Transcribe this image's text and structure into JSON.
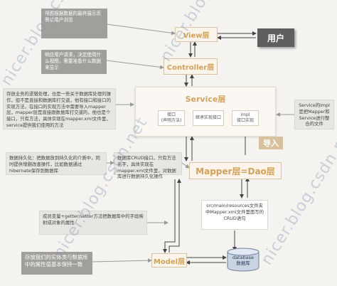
{
  "layers": {
    "view": "View层",
    "user": "用户",
    "controller": "Controller层",
    "service": "Service层",
    "mapper": "Mapper层=Dao层",
    "model": "Model层",
    "import": "导入"
  },
  "service_boxes": {
    "interface": [
      "接口",
      "(声明方法)"
    ],
    "extends": "继承实现接口",
    "impl": [
      "impl",
      "接口实现"
    ]
  },
  "notes": {
    "view": "视图根据数据的最终展示页面给用户浏览",
    "controller": "响应用户请求，决定使用什么视图，需要准备什么数据来显示",
    "service": "存放业务的逻辑处理，也是一些关于数据库处理的操作，但不是直接和数据库打交道，他有接口和接口的实现方法，在接口的实现方法中需要导入mapper层，mapper层是直接跟数据库打交道的，他也是个接口，只有方法，具体实现在mapper.xml文件里，service提供我们使用的方法",
    "service_impl": "Service的impl是把Mapper和Service进行整合的文件",
    "persist": "数据持久化：把数据放到持久化的介质中，同时提供增删改查操作，比如数据通过hibernate保存到数据库",
    "crud": "数据库CRUD接口，只有方法名字，具体实现在mapper.xml文件里，对数据库进行数据持久化操作",
    "xml": "src/main/resources文件夹中Mapper.xml文件里面写的CRUD语句",
    "entity": "成员变量+getter/setter方法把数据库中的字段映射成对象的属性",
    "model": "存放我们的实体类与数据库中的属性值基本保持一致"
  },
  "database": [
    "database",
    "数据库"
  ],
  "watermark": "nicer.blog.csdn.net",
  "colors": {
    "layer_text": "#d2a15a",
    "layer_fill": "#fbf4ea",
    "note_gray": "#a09f9c",
    "user_fill": "#5f5f5f",
    "import_fill": "#d8c29d"
  }
}
